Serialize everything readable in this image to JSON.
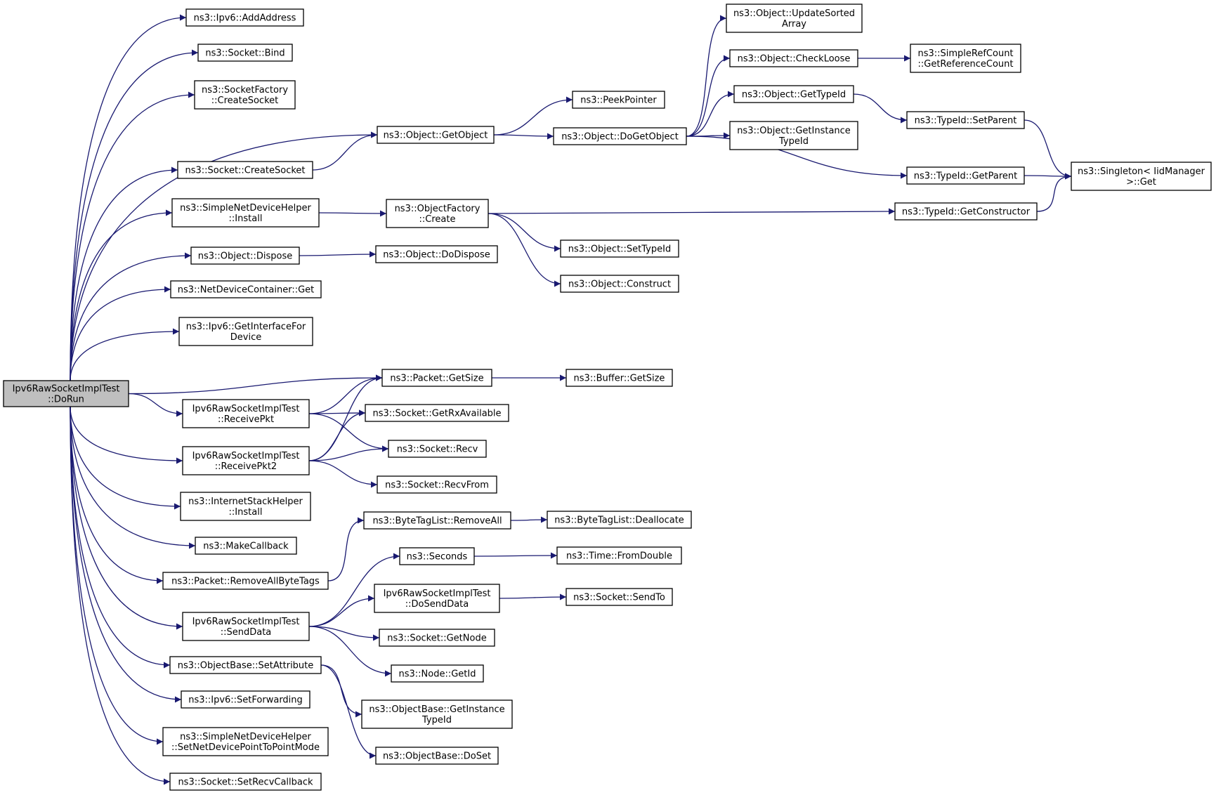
{
  "colors": {
    "edge": "#191970",
    "border": "#000000",
    "border_truncated": "#ff0000",
    "root_fill": "#bfbfbf",
    "node_fill": "#ffffff"
  },
  "nodes": {
    "root": {
      "lines": [
        "Ipv6RawSocketImplTest",
        "::DoRun"
      ],
      "root": true
    },
    "ipv6addaddr": {
      "lines": [
        "ns3::Ipv6::AddAddress"
      ]
    },
    "sockbind": {
      "lines": [
        "ns3::Socket::Bind"
      ]
    },
    "sfcreate": {
      "lines": [
        "ns3::SocketFactory",
        "::CreateSocket"
      ]
    },
    "sockcreate": {
      "lines": [
        "ns3::Socket::CreateSocket"
      ]
    },
    "sndhinstall": {
      "lines": [
        "ns3::SimpleNetDeviceHelper",
        "::Install"
      ]
    },
    "objdispose": {
      "lines": [
        "ns3::Object::Dispose"
      ]
    },
    "ndcget": {
      "lines": [
        "ns3::NetDeviceContainer::Get"
      ]
    },
    "ipv6getif": {
      "lines": [
        "ns3::Ipv6::GetInterfaceFor",
        "Device"
      ]
    },
    "recvpkt": {
      "lines": [
        "Ipv6RawSocketImplTest",
        "::ReceivePkt"
      ]
    },
    "recvpkt2": {
      "lines": [
        "Ipv6RawSocketImplTest",
        "::ReceivePkt2"
      ]
    },
    "ishinstall": {
      "lines": [
        "ns3::InternetStackHelper",
        "::Install"
      ]
    },
    "makecb": {
      "lines": [
        "ns3::MakeCallback"
      ]
    },
    "removeallbt": {
      "lines": [
        "ns3::Packet::RemoveAllByteTags"
      ]
    },
    "senddata": {
      "lines": [
        "Ipv6RawSocketImplTest",
        "::SendData"
      ]
    },
    "obsetattr": {
      "lines": [
        "ns3::ObjectBase::SetAttribute"
      ]
    },
    "ipv6setfwd": {
      "lines": [
        "ns3::Ipv6::SetForwarding"
      ]
    },
    "sndhsetp2p": {
      "lines": [
        "ns3::SimpleNetDeviceHelper",
        "::SetNetDevicePointToPointMode"
      ]
    },
    "socksetrecvcb": {
      "lines": [
        "ns3::Socket::SetRecvCallback"
      ]
    },
    "objgetobj": {
      "lines": [
        "ns3::Object::GetObject"
      ]
    },
    "ofcreate": {
      "lines": [
        "ns3::ObjectFactory",
        "::Create"
      ]
    },
    "objdodispose": {
      "lines": [
        "ns3::Object::DoDispose"
      ]
    },
    "pktgetsize": {
      "lines": [
        "ns3::Packet::GetSize"
      ]
    },
    "sockrxavail": {
      "lines": [
        "ns3::Socket::GetRxAvailable"
      ]
    },
    "sockrecv": {
      "lines": [
        "ns3::Socket::Recv"
      ]
    },
    "sockrecvfrom": {
      "lines": [
        "ns3::Socket::RecvFrom"
      ]
    },
    "btlremoveall": {
      "lines": [
        "ns3::ByteTagList::RemoveAll"
      ]
    },
    "seconds": {
      "lines": [
        "ns3::Seconds"
      ]
    },
    "dosenddata": {
      "lines": [
        "Ipv6RawSocketImplTest",
        "::DoSendData"
      ]
    },
    "sockgetnode": {
      "lines": [
        "ns3::Socket::GetNode"
      ]
    },
    "nodegetid": {
      "lines": [
        "ns3::Node::GetId"
      ]
    },
    "obgetinsttid": {
      "lines": [
        "ns3::ObjectBase::GetInstance",
        "TypeId"
      ]
    },
    "obdoset": {
      "lines": [
        "ns3::ObjectBase::DoSet"
      ]
    },
    "peekptr": {
      "lines": [
        "ns3::PeekPointer"
      ]
    },
    "objdogetobj": {
      "lines": [
        "ns3::Object::DoGetObject"
      ]
    },
    "objsettid": {
      "lines": [
        "ns3::Object::SetTypeId"
      ],
      "truncated": true
    },
    "objconstruct": {
      "lines": [
        "ns3::Object::Construct"
      ],
      "truncated": true
    },
    "bufgetsize": {
      "lines": [
        "ns3::Buffer::GetSize"
      ]
    },
    "btldealloc": {
      "lines": [
        "ns3::ByteTagList::Deallocate"
      ]
    },
    "timefromdbl": {
      "lines": [
        "ns3::Time::FromDouble"
      ],
      "truncated": true
    },
    "socksendto": {
      "lines": [
        "ns3::Socket::SendTo"
      ]
    },
    "objupdsorted": {
      "lines": [
        "ns3::Object::UpdateSorted",
        "Array"
      ]
    },
    "objcheckloose": {
      "lines": [
        "ns3::Object::CheckLoose"
      ]
    },
    "objgettid": {
      "lines": [
        "ns3::Object::GetTypeId"
      ]
    },
    "objgetinsttid": {
      "lines": [
        "ns3::Object::GetInstance",
        "TypeId"
      ]
    },
    "tidgetparent": {
      "lines": [
        "ns3::TypeId::GetParent"
      ],
      "truncated": true
    },
    "tidgetctor": {
      "lines": [
        "ns3::TypeId::GetConstructor"
      ],
      "truncated": true
    },
    "srcgetrefcnt": {
      "lines": [
        "ns3::SimpleRefCount",
        "::GetReferenceCount"
      ]
    },
    "tidsetparent": {
      "lines": [
        "ns3::TypeId::SetParent"
      ],
      "truncated": true
    },
    "singletonget": {
      "lines": [
        "ns3::Singleton< IidManager",
        ">::Get"
      ]
    }
  },
  "edges": [
    [
      "root",
      "ipv6addaddr"
    ],
    [
      "root",
      "sockbind"
    ],
    [
      "root",
      "sfcreate"
    ],
    [
      "root",
      "objgetobj"
    ],
    [
      "root",
      "sockcreate"
    ],
    [
      "root",
      "sndhinstall"
    ],
    [
      "root",
      "objdispose"
    ],
    [
      "root",
      "ndcget"
    ],
    [
      "root",
      "ipv6getif"
    ],
    [
      "root",
      "pktgetsize"
    ],
    [
      "root",
      "recvpkt"
    ],
    [
      "root",
      "recvpkt2"
    ],
    [
      "root",
      "ishinstall"
    ],
    [
      "root",
      "makecb"
    ],
    [
      "root",
      "removeallbt"
    ],
    [
      "root",
      "senddata"
    ],
    [
      "root",
      "obsetattr"
    ],
    [
      "root",
      "ipv6setfwd"
    ],
    [
      "root",
      "sndhsetp2p"
    ],
    [
      "root",
      "socksetrecvcb"
    ],
    [
      "sockcreate",
      "objgetobj"
    ],
    [
      "objgetobj",
      "peekptr"
    ],
    [
      "objgetobj",
      "objdogetobj"
    ],
    [
      "sndhinstall",
      "ofcreate"
    ],
    [
      "objdispose",
      "objdodispose"
    ],
    [
      "recvpkt",
      "pktgetsize"
    ],
    [
      "recvpkt",
      "sockrxavail"
    ],
    [
      "recvpkt",
      "sockrecv"
    ],
    [
      "recvpkt2",
      "pktgetsize"
    ],
    [
      "recvpkt2",
      "sockrxavail"
    ],
    [
      "recvpkt2",
      "sockrecv"
    ],
    [
      "recvpkt2",
      "sockrecvfrom"
    ],
    [
      "removeallbt",
      "btlremoveall"
    ],
    [
      "senddata",
      "seconds"
    ],
    [
      "senddata",
      "dosenddata"
    ],
    [
      "senddata",
      "sockgetnode"
    ],
    [
      "senddata",
      "nodegetid"
    ],
    [
      "obsetattr",
      "obgetinsttid"
    ],
    [
      "obsetattr",
      "obdoset"
    ],
    [
      "ofcreate",
      "tidgetctor"
    ],
    [
      "ofcreate",
      "objsettid"
    ],
    [
      "ofcreate",
      "objconstruct"
    ],
    [
      "pktgetsize",
      "bufgetsize"
    ],
    [
      "btlremoveall",
      "btldealloc"
    ],
    [
      "seconds",
      "timefromdbl"
    ],
    [
      "dosenddata",
      "socksendto"
    ],
    [
      "objdogetobj",
      "objupdsorted"
    ],
    [
      "objdogetobj",
      "objcheckloose"
    ],
    [
      "objdogetobj",
      "objgettid"
    ],
    [
      "objdogetobj",
      "objgetinsttid"
    ],
    [
      "objdogetobj",
      "tidgetparent"
    ],
    [
      "objcheckloose",
      "srcgetrefcnt"
    ],
    [
      "objgettid",
      "tidsetparent"
    ],
    [
      "tidsetparent",
      "singletonget"
    ],
    [
      "tidgetparent",
      "singletonget"
    ],
    [
      "tidgetctor",
      "singletonget"
    ]
  ]
}
